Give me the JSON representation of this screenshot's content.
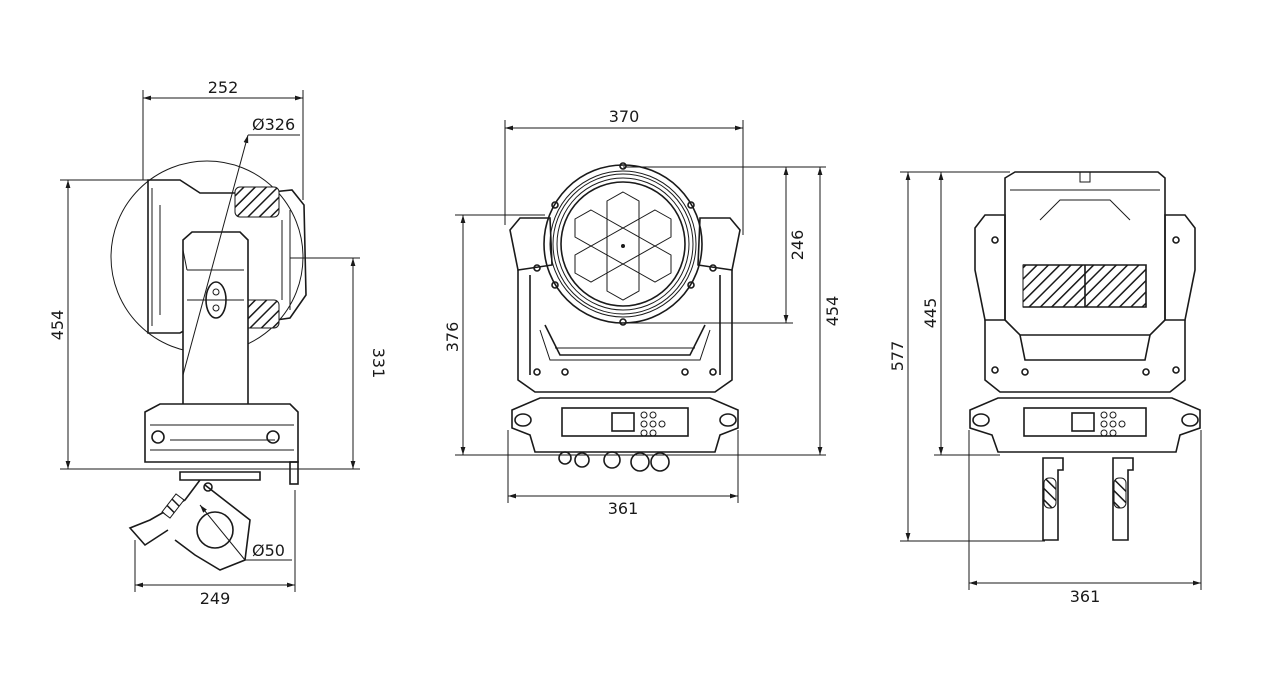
{
  "colors": {
    "line": "#1a1a1a",
    "background": "#ffffff"
  },
  "side_view": {
    "width_top": "252",
    "lens_diameter": "Ø326",
    "height_total": "454",
    "height_body": "331",
    "clamp_diameter": "Ø50",
    "width_bottom": "249"
  },
  "front_view": {
    "width_head": "370",
    "height_lens": "246",
    "height_arm": "376",
    "height_total": "454",
    "width_base": "361"
  },
  "back_view": {
    "height_with_clamps": "577",
    "height_total": "445",
    "width_base": "361"
  }
}
